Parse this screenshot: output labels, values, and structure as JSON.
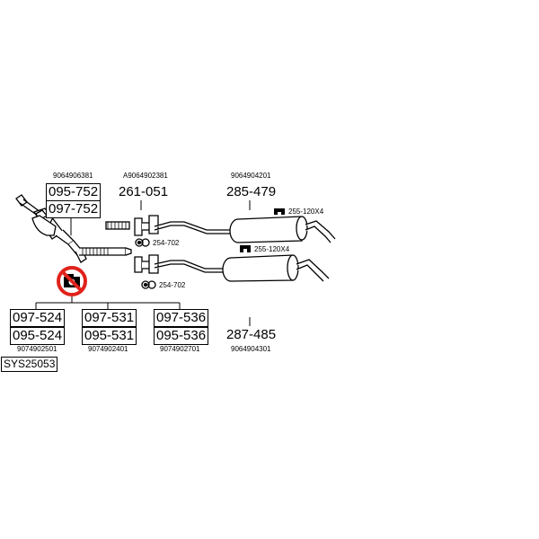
{
  "catalyst": {
    "oem": "9064906381",
    "code_1": "095-752",
    "code_2": "097-752"
  },
  "flex_pipe": {
    "oem": "A9064902381",
    "code": "261-051"
  },
  "rear_silencer_upper": {
    "oem": "9064904201",
    "code": "285-479"
  },
  "rear_silencer_lower": {
    "oem": "9064904301",
    "code": "287-485"
  },
  "fittings": {
    "clamp_upper": "255-120X4",
    "clamp_lower": "255-120X4",
    "gasket_upper": "254-702",
    "gasket_lower": "254-702"
  },
  "alternatives": [
    {
      "code_1": "097-524",
      "code_2": "095-524",
      "oem": "9074902501"
    },
    {
      "code_1": "097-531",
      "code_2": "095-531",
      "oem": "9074902401"
    },
    {
      "code_1": "097-536",
      "code_2": "095-536",
      "oem": "9074902701"
    }
  ],
  "system": {
    "code": "SYS25053"
  },
  "icons": {
    "no_camera": "no-camera-icon",
    "clamp": "clamp-icon",
    "gasket": "gasket-icon"
  },
  "colors": {
    "prohibited_red": "#e0221b",
    "line": "#000000",
    "metal_fill": "#ffffff"
  }
}
